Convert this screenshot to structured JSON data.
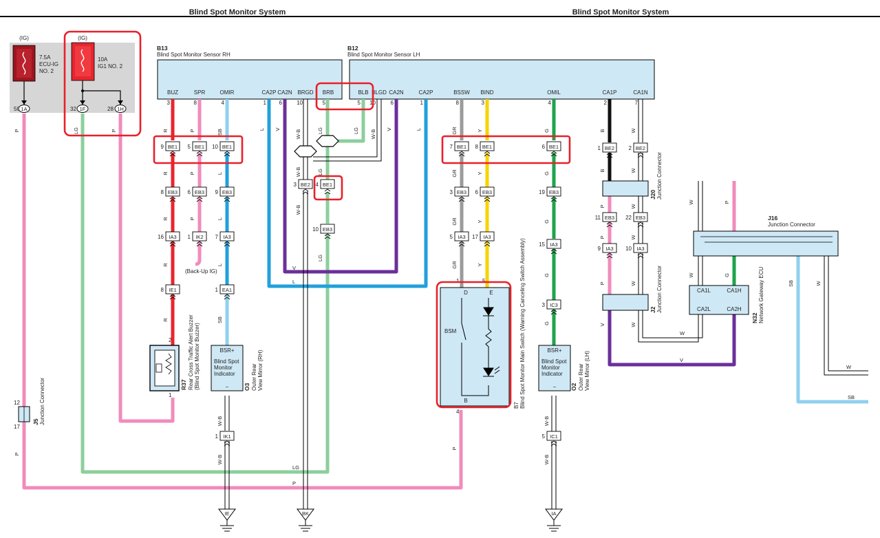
{
  "headers": {
    "left": "Blind Spot Monitor System",
    "right": "Blind Spot Monitor System"
  },
  "fuses": {
    "ecu_ig": {
      "tag": "(IG)",
      "rating": "7.5A",
      "name_l1": "ECU-IG",
      "name_l2": "NO. 2",
      "pin": "50",
      "conn": "1A"
    },
    "ig1": {
      "tag": "(IG)",
      "rating": "10A",
      "name": "IG1 NO. 2",
      "pin_a": "32",
      "conn_a": "1F",
      "pin_b": "28",
      "conn_b": "1H"
    }
  },
  "components": {
    "b13": {
      "id": "B13",
      "name": "Blind Spot Monitor Sensor RH",
      "pins": [
        "BUZ",
        "SPR",
        "OMIR",
        "CA2P",
        "CA2N",
        "BRGD",
        "BRB"
      ]
    },
    "b12": {
      "id": "B12",
      "name": "Blind Spot Monitor Sensor LH",
      "pins": [
        "BLB",
        "BLGD",
        "CA2N",
        "CA2P",
        "BSSW",
        "BIND",
        "OMIL",
        "CA1P",
        "CA1N"
      ]
    },
    "r37": {
      "id": "R37",
      "name_l1": "Rear Cross Traffic Alert Buzzer",
      "name_l2": "(Blind Spot Monitor Buzzer)"
    },
    "o3": {
      "id": "O3",
      "name_l1": "Outer Rear",
      "name_l2": "View Mirror (RH)",
      "bsr": "BSR+",
      "ind": [
        "Blind Spot",
        "Monitor",
        "Indicator"
      ],
      "minus": "−"
    },
    "o2": {
      "id": "O2",
      "name_l1": "Outer Rear",
      "name_l2": "View Mirror (LH)",
      "bsr": "BSR+",
      "ind": [
        "Blind Spot",
        "Monitor",
        "Indicator"
      ],
      "minus": "−"
    },
    "b7": {
      "id": "B7",
      "name": "Blind Spot Monitor Main Switch (Warning Canceling Switch Assembly)",
      "d": "D",
      "e": "E",
      "b": "B",
      "bsm": "BSM"
    },
    "j5": {
      "id": "J5",
      "name": "Junction Connector"
    },
    "j20": {
      "id": "J20",
      "name": "Junction Connector"
    },
    "j2": {
      "id": "J2",
      "name": "Junction Connector"
    },
    "j16": {
      "id": "J16",
      "name": "Junction Connector"
    },
    "n32": {
      "id": "N32",
      "name": "Network Gateway ECU",
      "pins": [
        "CA1L",
        "CA1H",
        "CA2L",
        "CA2H"
      ]
    }
  },
  "connectors": [
    "BE1",
    "EB3",
    "IA3",
    "IE1",
    "IK2",
    "EA1",
    "IK1",
    "BE2",
    "IC3",
    "IC1"
  ],
  "notes": {
    "backup_ig": "(Back-Up IG)"
  },
  "grounds": [
    "IE",
    "BK",
    "IA"
  ],
  "wire_colors": {
    "R": "#e8262c",
    "P": "#f08cbb",
    "SB": "#8fd0ee",
    "L": "#22a0dc",
    "V": "#6c2f9a",
    "LG": "#8ccf9c",
    "W-B": "#ffffff",
    "GR": "#9b9b9b",
    "Y": "#f6d300",
    "G": "#1ea34b",
    "B": "#111111",
    "W": "#ffffff"
  },
  "highlight_color": "#e8202a"
}
